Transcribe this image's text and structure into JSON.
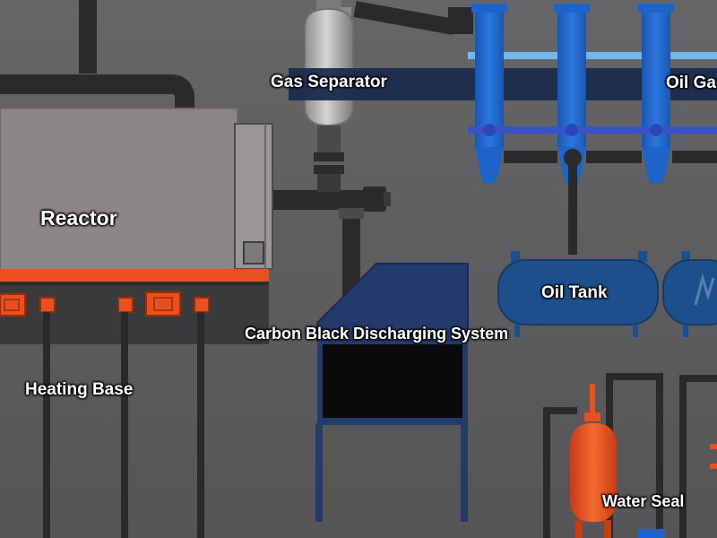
{
  "labels": {
    "gas_separator": "Gas Separator",
    "oil_gas": "Oil Ga",
    "reactor": "Reactor",
    "oil_tank": "Oil Tank",
    "carbon_black": "Carbon Black Discharging System",
    "heating_base": "Heating Base",
    "water_seal": "Water Seal"
  },
  "colors": {
    "background": "#5e5e60",
    "pipe": "#2a2a2c",
    "reactor_body": "#8c8687",
    "accent_orange": "#e8501f",
    "condenser_blue": "#1e63c8",
    "tank_blue": "#1d4f8c",
    "label_bar": "#1c2b4d",
    "discharge_box": "#243a6a"
  }
}
